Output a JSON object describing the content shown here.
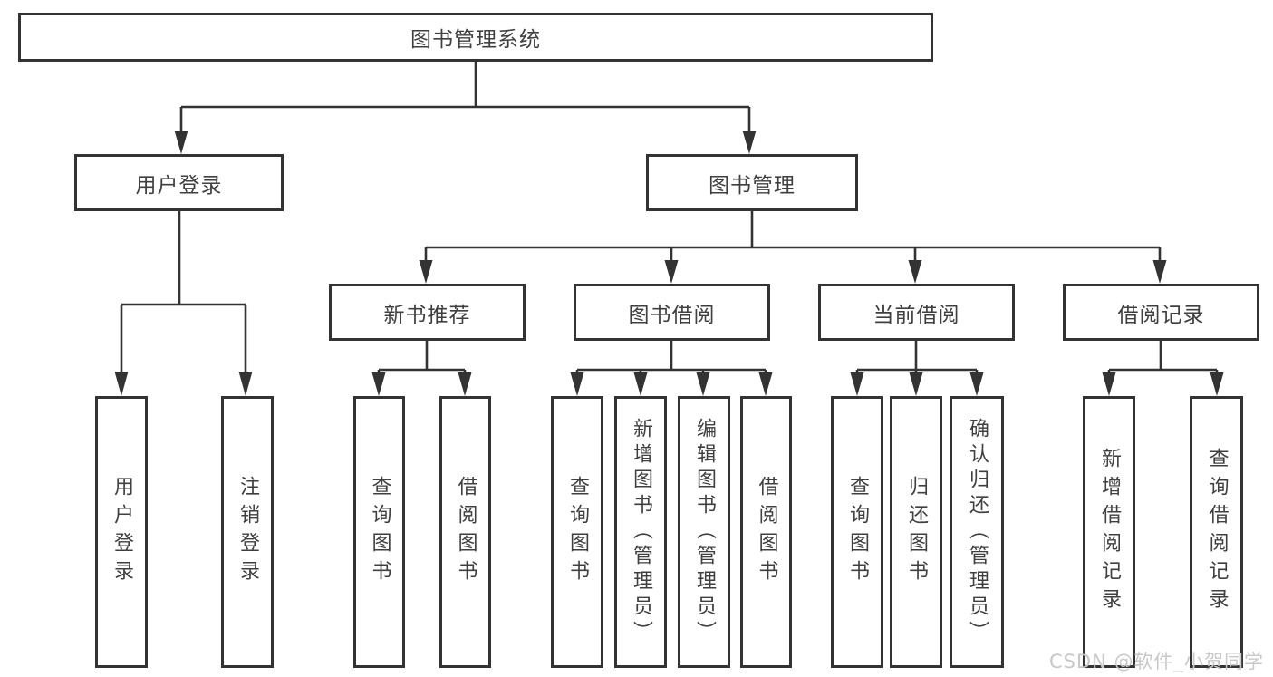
{
  "diagram": {
    "tree": {
      "label": "图书管理系统",
      "children": [
        {
          "label": "用户登录",
          "children": [
            {
              "label": "用户登录"
            },
            {
              "label": "注销登录"
            }
          ]
        },
        {
          "label": "图书管理",
          "children": [
            {
              "label": "新书推荐",
              "children": [
                {
                  "label": "查询图书"
                },
                {
                  "label": "借阅图书"
                }
              ]
            },
            {
              "label": "图书借阅",
              "children": [
                {
                  "label": "查询图书"
                },
                {
                  "label": "新增图书（管理员）"
                },
                {
                  "label": "编辑图书（管理员）"
                },
                {
                  "label": "借阅图书"
                }
              ]
            },
            {
              "label": "当前借阅",
              "children": [
                {
                  "label": "查询图书"
                },
                {
                  "label": "归还图书"
                },
                {
                  "label": "确认归还（管理员）"
                }
              ]
            },
            {
              "label": "借阅记录",
              "children": [
                {
                  "label": "新增借阅记录"
                },
                {
                  "label": "查询借阅记录"
                }
              ]
            }
          ]
        }
      ]
    },
    "colors": {
      "line": "#333333",
      "box_border": "#333333",
      "text": "#3f3f3f",
      "watermark": "#c8c8c8",
      "background": "#ffffff"
    }
  },
  "watermark": {
    "text": "CSDN @软件_小贺同学"
  }
}
